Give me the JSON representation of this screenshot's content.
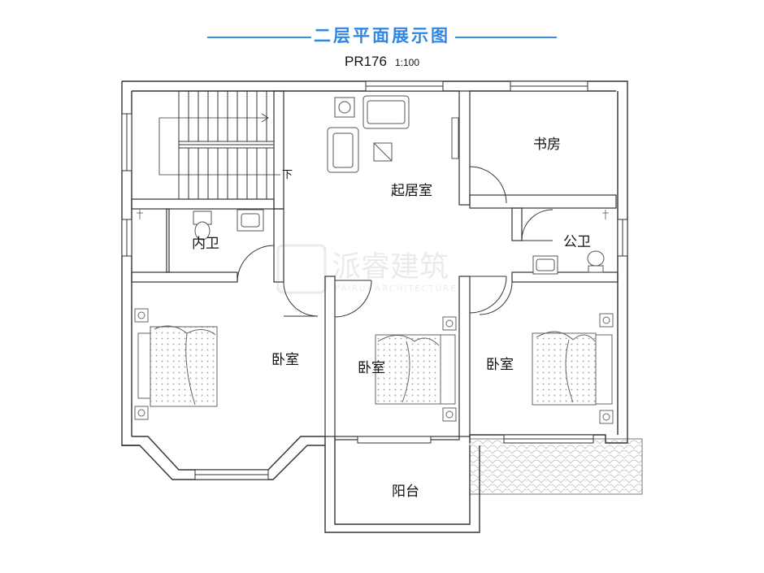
{
  "header": {
    "title": "二层平面展示图",
    "plan_code": "PR176",
    "scale": "1:100"
  },
  "rooms": {
    "living_room": "起居室",
    "study": "书房",
    "public_bathroom": "公卫",
    "ensuite_bathroom": "内卫",
    "bedroom_left": "卧室",
    "bedroom_middle": "卧室",
    "bedroom_right": "卧室",
    "balcony": "阳台"
  },
  "stair": {
    "direction_label": "下"
  },
  "watermark": {
    "text": "派睿建筑",
    "subtext": "PAIRUI ARCHITECTURE"
  },
  "colors": {
    "title_blue": "#2f86e3",
    "wall": "#333333"
  }
}
